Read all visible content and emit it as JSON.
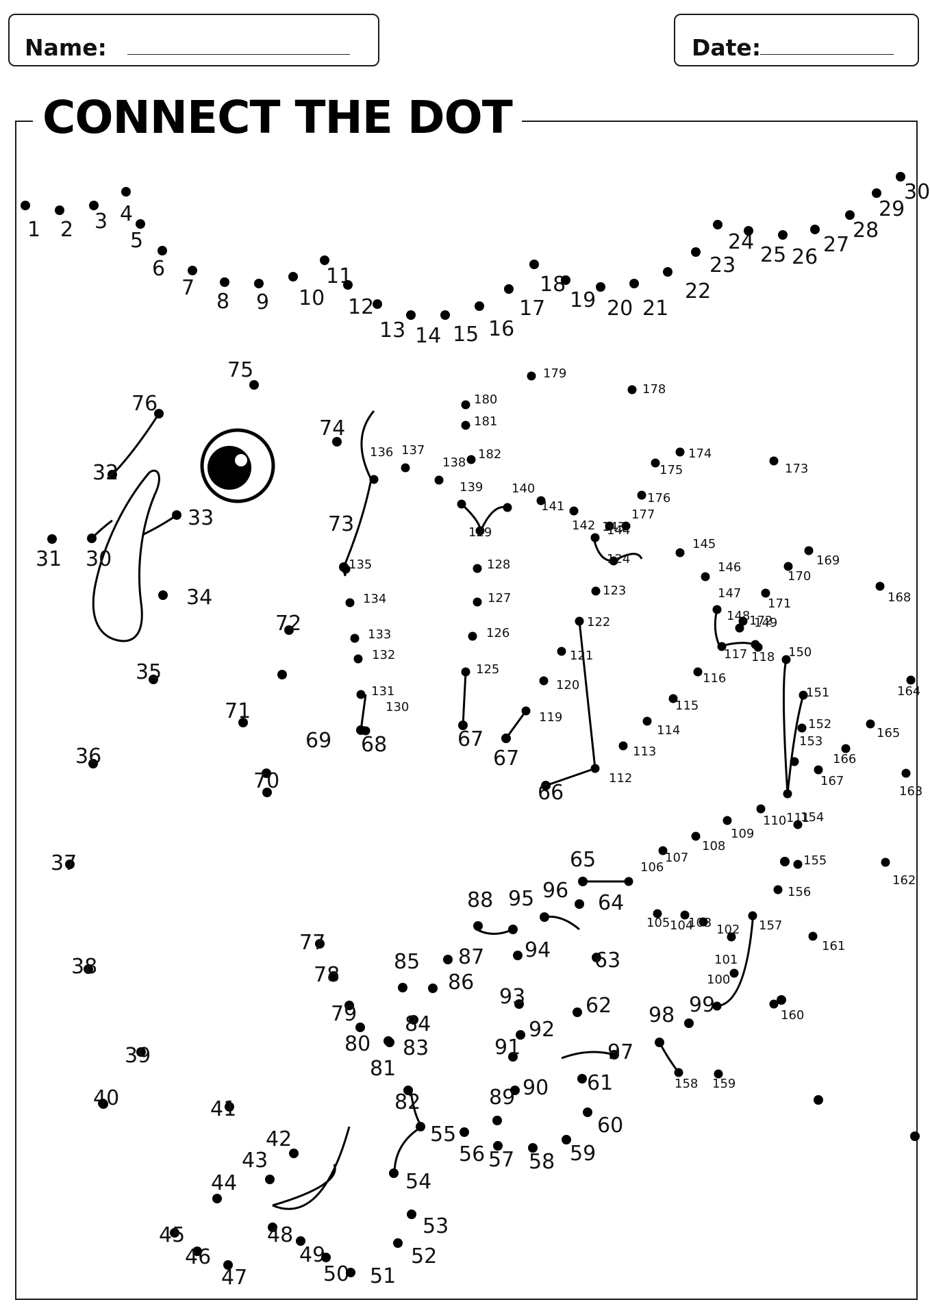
{
  "header": {
    "name_label": "Name:",
    "date_label": "Date:"
  },
  "title": "CONNECT THE DOT",
  "colors": {
    "ink": "#000000",
    "paper": "#ffffff"
  },
  "dot_labels": [
    "1",
    "2",
    "3",
    "4",
    "5",
    "6",
    "7",
    "8",
    "9",
    "10",
    "11",
    "12",
    "13",
    "14",
    "15",
    "16",
    "17",
    "18",
    "19",
    "20",
    "21",
    "22",
    "23",
    "24",
    "25",
    "26",
    "27",
    "28",
    "29",
    "30",
    "31",
    "30",
    "32",
    "33",
    "34",
    "35",
    "36",
    "37",
    "38",
    "39",
    "40",
    "41",
    "42",
    "43",
    "44",
    "45",
    "46",
    "47",
    "48",
    "49",
    "50",
    "51",
    "52",
    "53",
    "54",
    "55",
    "56",
    "57",
    "58",
    "59",
    "60",
    "61",
    "62",
    "63",
    "64",
    "65",
    "66",
    "67",
    "67",
    "68",
    "69",
    "70",
    "71",
    "72",
    "73",
    "74",
    "75",
    "76",
    "77",
    "78",
    "79",
    "80",
    "81",
    "82",
    "83",
    "84",
    "85",
    "86",
    "87",
    "88",
    "89",
    "90",
    "91",
    "92",
    "93",
    "94",
    "95",
    "96",
    "97",
    "98",
    "99",
    "100",
    "101",
    "102",
    "103",
    "104",
    "105",
    "106",
    "107",
    "108",
    "109",
    "110",
    "111",
    "112",
    "113",
    "114",
    "115",
    "116",
    "117",
    "118",
    "119",
    "120",
    "121",
    "122",
    "123",
    "124",
    "125",
    "126",
    "127",
    "128",
    "129",
    "130",
    "131",
    "132",
    "133",
    "134",
    "135",
    "136",
    "137",
    "138",
    "139",
    "140",
    "141",
    "142",
    "143",
    "144",
    "145",
    "146",
    "147",
    "148",
    "149",
    "150",
    "151",
    "152",
    "153",
    "154",
    "155",
    "156",
    "157",
    "158",
    "159",
    "160",
    "161",
    "162",
    "163",
    "164",
    "165",
    "166",
    "167",
    "168",
    "169",
    "170",
    "171",
    "172",
    "173",
    "174",
    "175",
    "176",
    "177",
    "178",
    "179",
    "180",
    "181",
    "182"
  ]
}
